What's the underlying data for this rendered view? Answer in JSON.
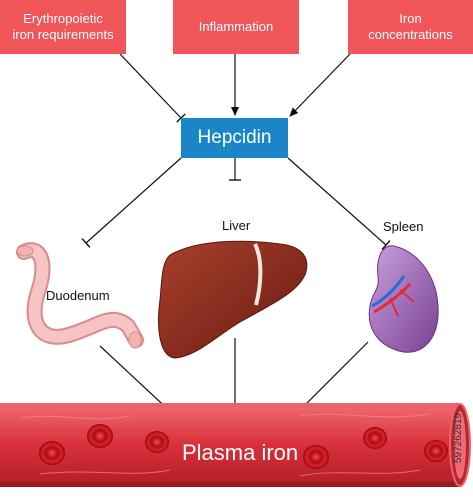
{
  "boxes": {
    "erythropoietic": "Erythropoietic\niron requirements",
    "inflammation": "Inflammation",
    "iron": "Iron\nconcentrations"
  },
  "hepcidin": "Hepcidin",
  "organs": {
    "liver": "Liver",
    "spleen": "Spleen",
    "duodenum": "Duodenum"
  },
  "plasma_label": "Plasma iron",
  "watermark_id": "597262819",
  "colors": {
    "box_red": "#f0555a",
    "hepcidin_blue": "#1a86c8",
    "vessel_red": "#d8303a",
    "liver_brown": "#8a2a1e",
    "spleen_purple": "#9a5fb0"
  }
}
